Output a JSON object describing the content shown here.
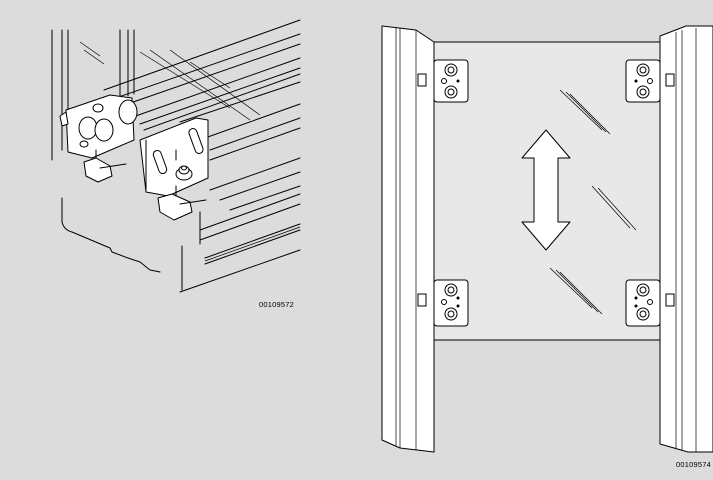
{
  "figures": {
    "left": {
      "reference_code": "00109572"
    },
    "right": {
      "reference_code": "00109574"
    }
  },
  "colors": {
    "background": "#dcdcdc",
    "glass": "#e8e8e8",
    "line": "#000000",
    "fill": "#ffffff"
  },
  "icons": {
    "arrow": "double-headed-vertical-arrow"
  }
}
